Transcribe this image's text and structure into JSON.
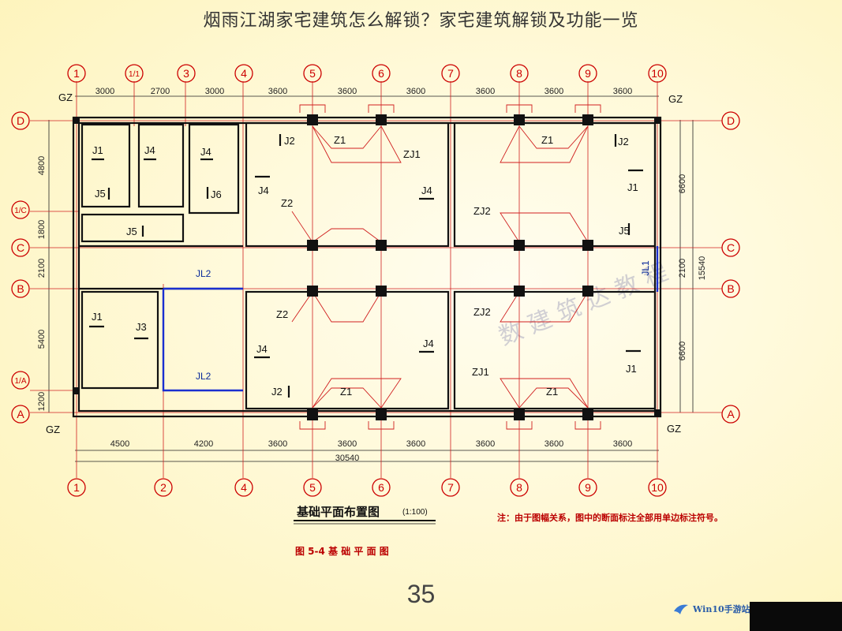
{
  "page": {
    "title": "烟雨江湖家宅建筑怎么解锁？家宅建筑解锁及功能一览",
    "page_number": "35",
    "site_logo": "Win10手游站"
  },
  "drawing": {
    "title": "基础平面布置图",
    "scale": "(1:100)",
    "figure_caption": "图 5-4   基 础 平 面 图",
    "note": "注：由于图幅关系，图中的断面标注全部用单边标注符号。",
    "watermark": "数 建 筑 达 教 程",
    "columns_top": [
      "1",
      "1/1",
      "3",
      "4",
      "5",
      "6",
      "7",
      "8",
      "9",
      "10"
    ],
    "columns_bottom": [
      "1",
      "2",
      "4",
      "5",
      "6",
      "7",
      "8",
      "9",
      "10"
    ],
    "rows_left": [
      "D",
      "1/C",
      "C",
      "B",
      "1/A",
      "A"
    ],
    "rows_right": [
      "D",
      "C",
      "B",
      "A"
    ],
    "dims_top": [
      "3000",
      "2700",
      "3000",
      "3600",
      "3600",
      "3600",
      "3600",
      "3600",
      "3600"
    ],
    "dims_bottom": [
      "4500",
      "4200",
      "3600",
      "3600",
      "3600",
      "3600",
      "3600",
      "3600"
    ],
    "dim_total_bottom": "30540",
    "dims_left": [
      "4800",
      "1800",
      "2100",
      "5400",
      "1200"
    ],
    "dims_right": [
      "6600",
      "2100",
      "6600"
    ],
    "dim_total_right": "15540",
    "corner_labels": [
      "GZ",
      "GZ",
      "GZ",
      "GZ"
    ],
    "foundation_labels": {
      "j1": "J1",
      "j2": "J2",
      "j3": "J3",
      "j4": "J4",
      "j5": "J5",
      "j6": "J6"
    },
    "beam_labels": {
      "z1": "Z1",
      "z2": "Z2",
      "zj1": "ZJ1",
      "zj2": "ZJ2",
      "jl1": "JL1",
      "jl2": "JL2"
    }
  }
}
